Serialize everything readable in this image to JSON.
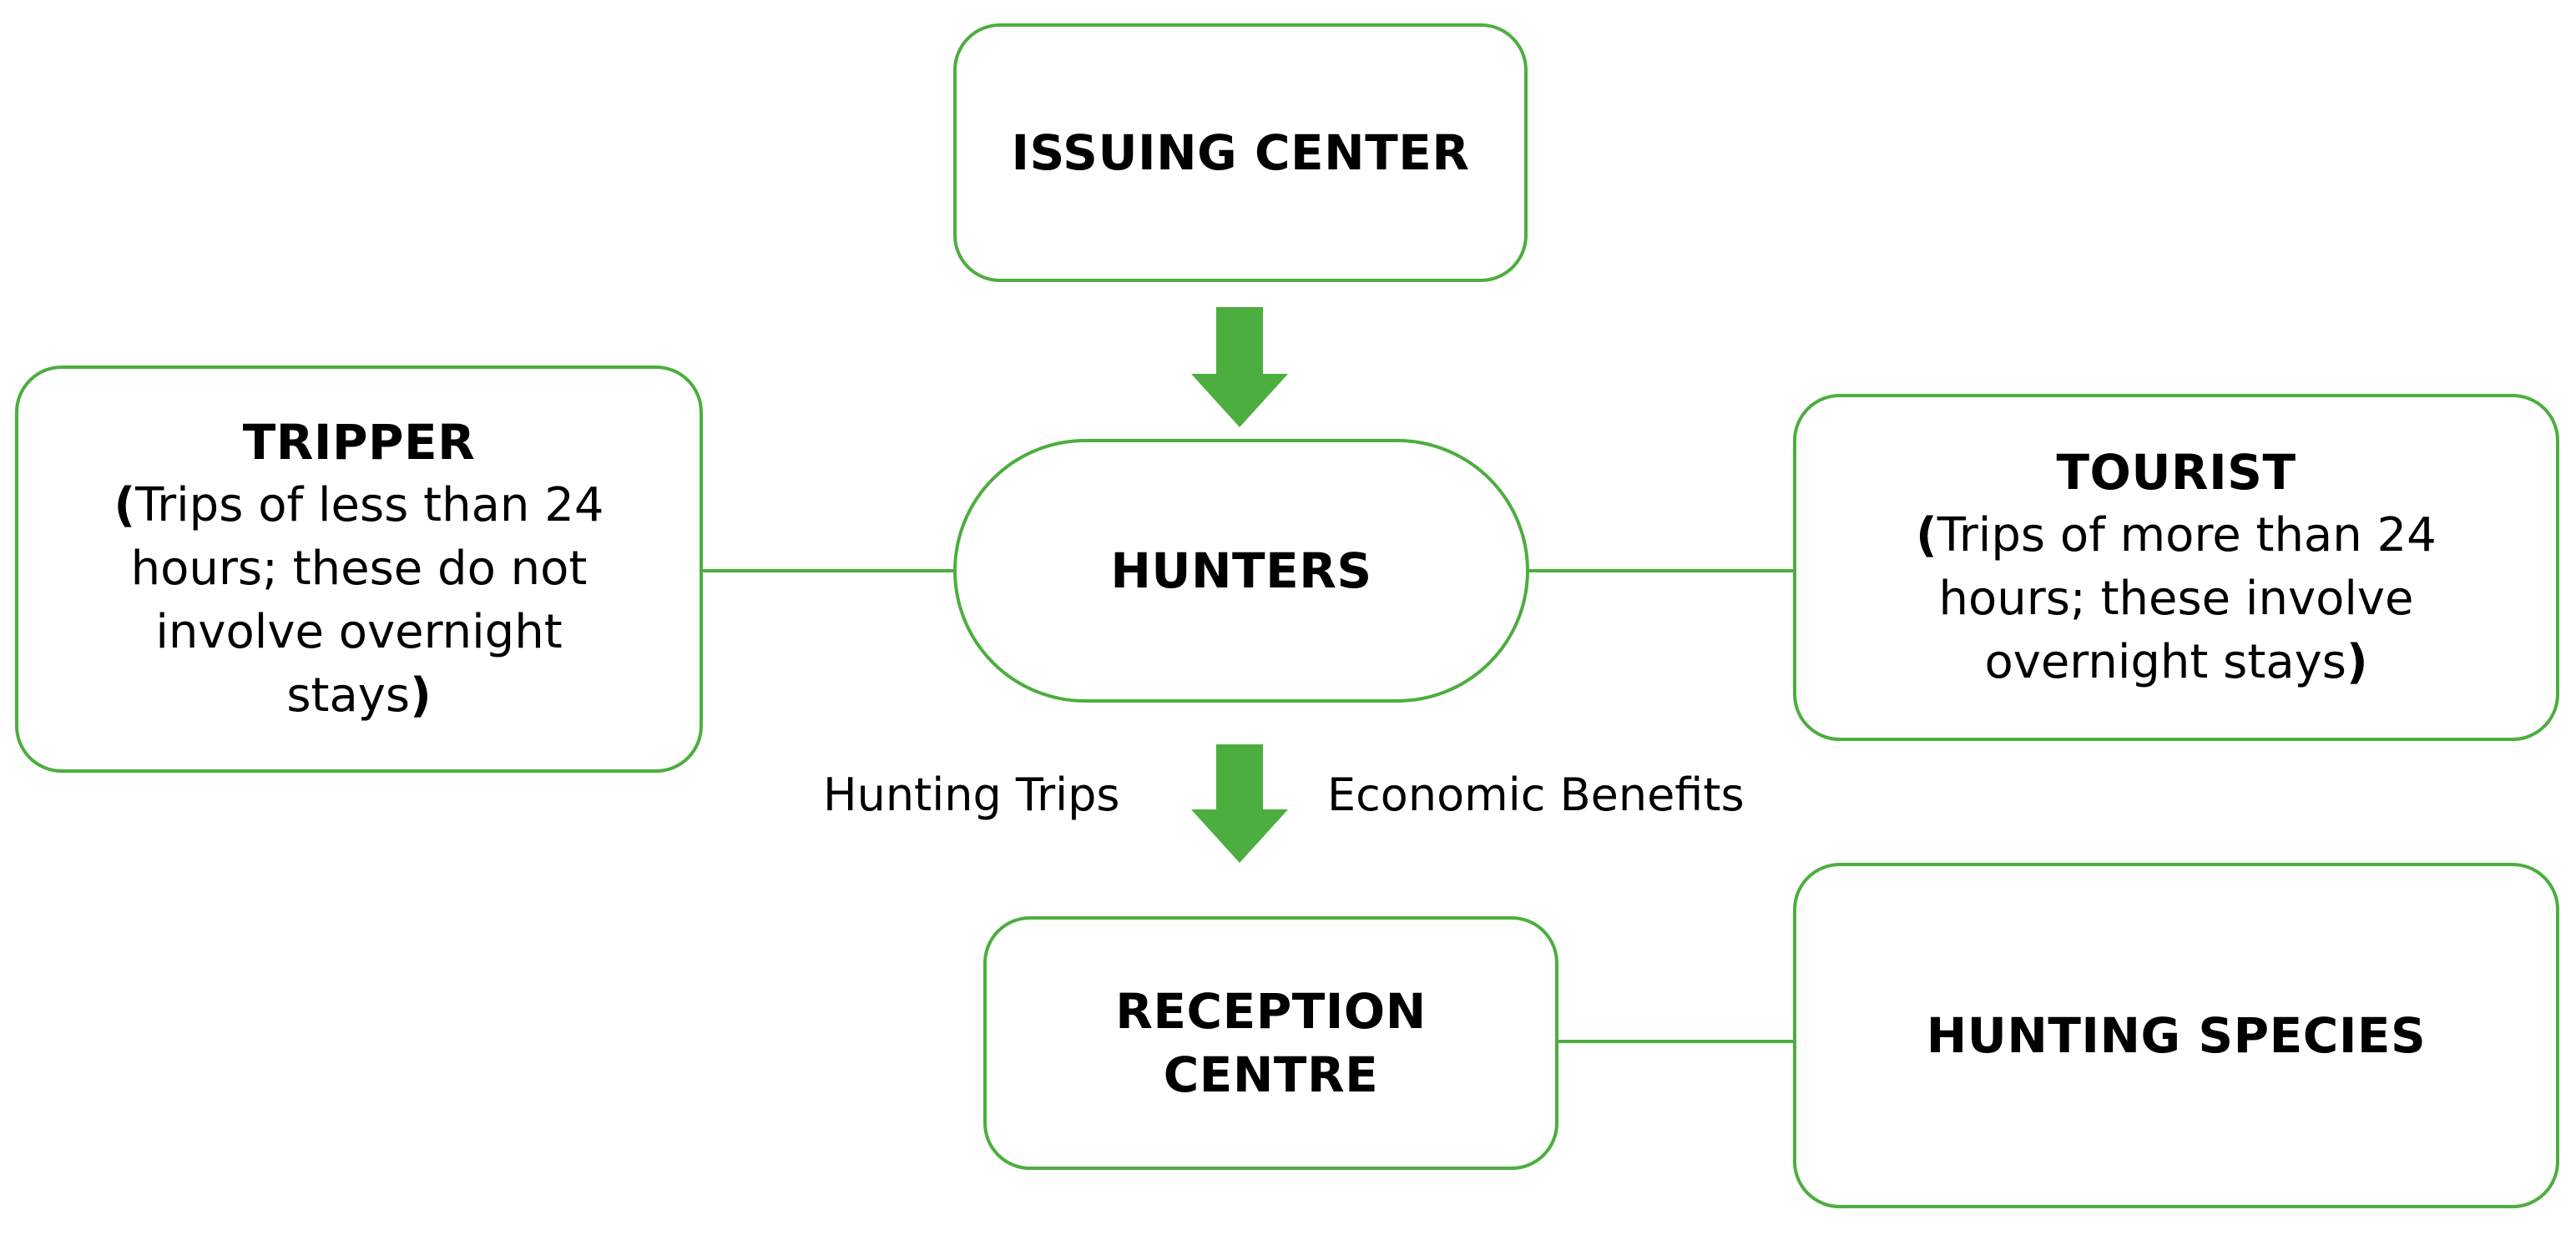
{
  "nodes": {
    "issuing_center": {
      "title": "ISSUING CENTER"
    },
    "hunters": {
      "title": "HUNTERS"
    },
    "tripper": {
      "title": "TRIPPER",
      "desc_open": "(",
      "desc_lines": [
        "Trips of less than 24",
        "hours; these do not",
        "involve overnight",
        "stays"
      ],
      "desc_close": ")"
    },
    "tourist": {
      "title": "TOURIST",
      "desc_open": "(",
      "desc_lines": [
        "Trips of more than 24",
        "hours; these involve",
        "overnight stays"
      ],
      "desc_close": ")"
    },
    "reception_centre": {
      "title_lines": [
        "RECEPTION",
        "CENTRE"
      ]
    },
    "hunting_species": {
      "title": "HUNTING SPECIES"
    }
  },
  "labels": {
    "left": "Hunting Trips",
    "right": "Economic Benefits"
  },
  "colors": {
    "border": "#4cae3e",
    "arrow": "#4cae3e",
    "line": "#4cae3e"
  }
}
